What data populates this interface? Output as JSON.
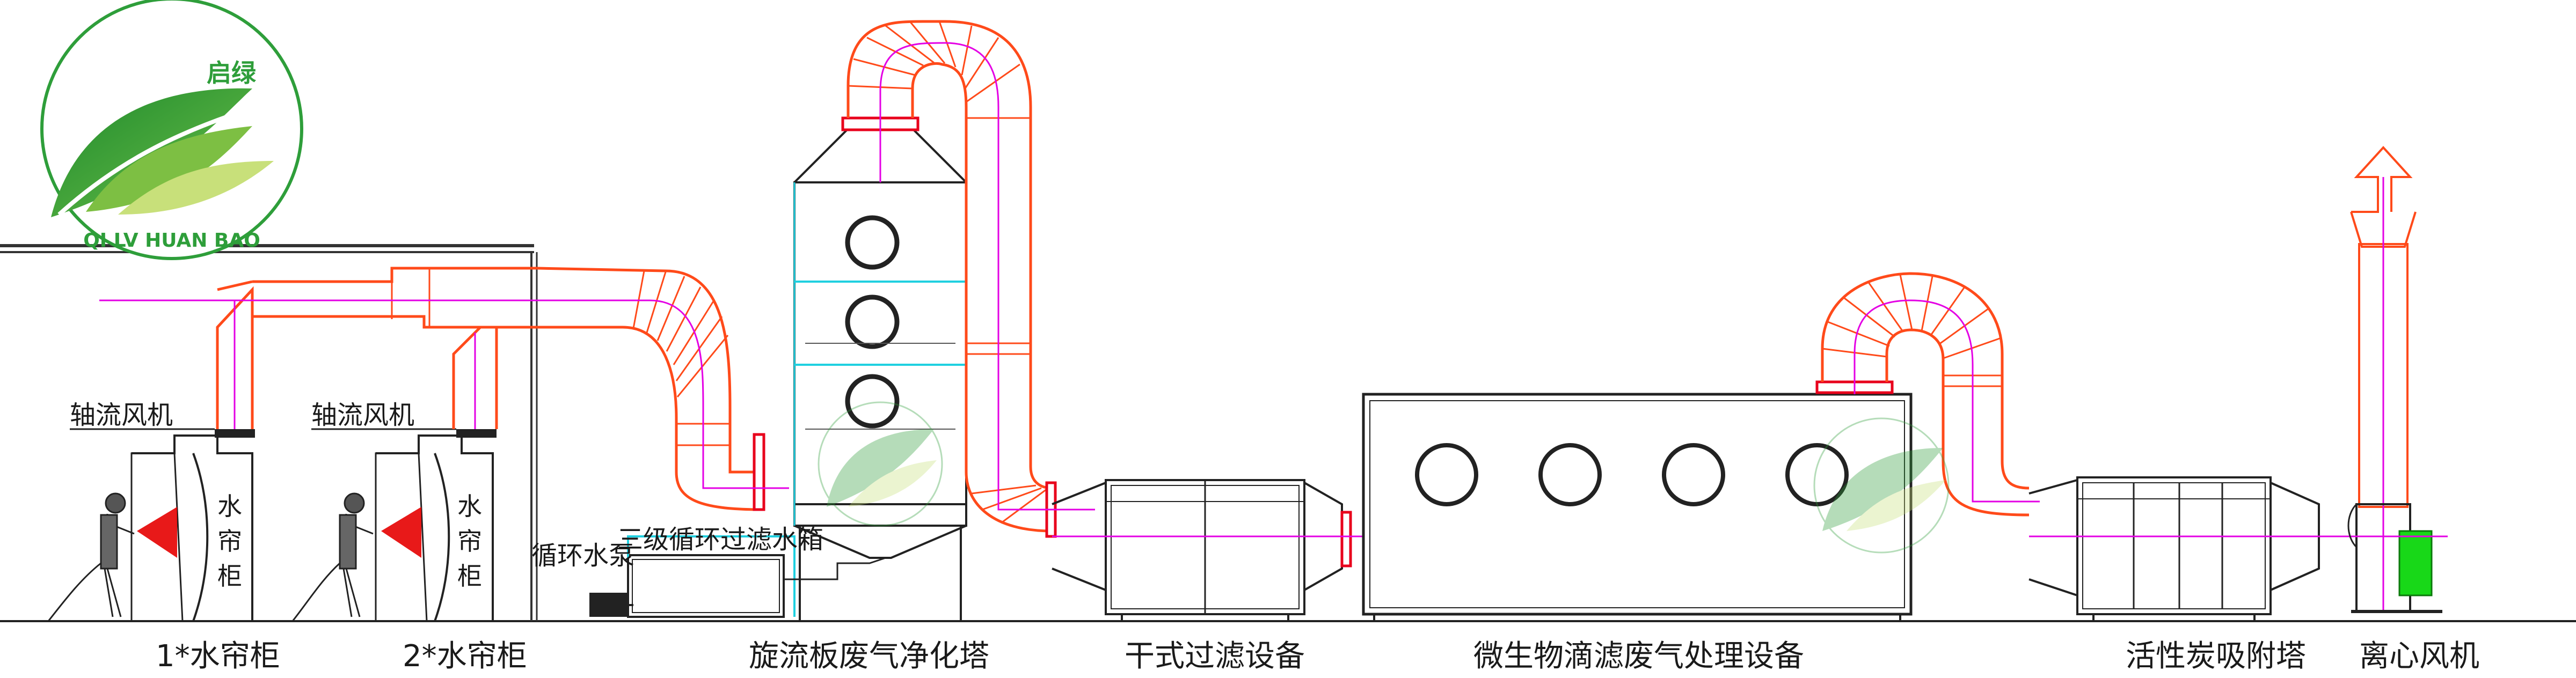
{
  "logo": {
    "name_cn": "启绿",
    "name_en": "QI LV HUAN BAO"
  },
  "labels": {
    "axial_fan_1": "轴流风机",
    "axial_fan_2": "轴流风机",
    "water_curtain_side_1": [
      "水",
      "帘",
      "柜"
    ],
    "water_curtain_side_2": [
      "水",
      "帘",
      "柜"
    ],
    "circulation_pump": "循环水泵",
    "filter_tank": "三级循环过滤水箱"
  },
  "captions": {
    "water_curtain_1": "1*水帘柜",
    "water_curtain_2": "2*水帘柜",
    "cyclone_tower": "旋流板废气净化塔",
    "dry_filter": "干式过滤设备",
    "bio_filter": "微生物滴滤废气处理设备",
    "carbon_tower": "活性炭吸附塔",
    "centrifugal_fan": "离心风机"
  },
  "colors": {
    "duct": "#ff4a1a",
    "flange": "#e8001c",
    "centerline": "#e400e4",
    "water_line": "#20d0e0",
    "equipment": "#222222",
    "fan_motor": "#18d818",
    "logo_green": "#2e9e3a",
    "spray": "#e60000"
  }
}
